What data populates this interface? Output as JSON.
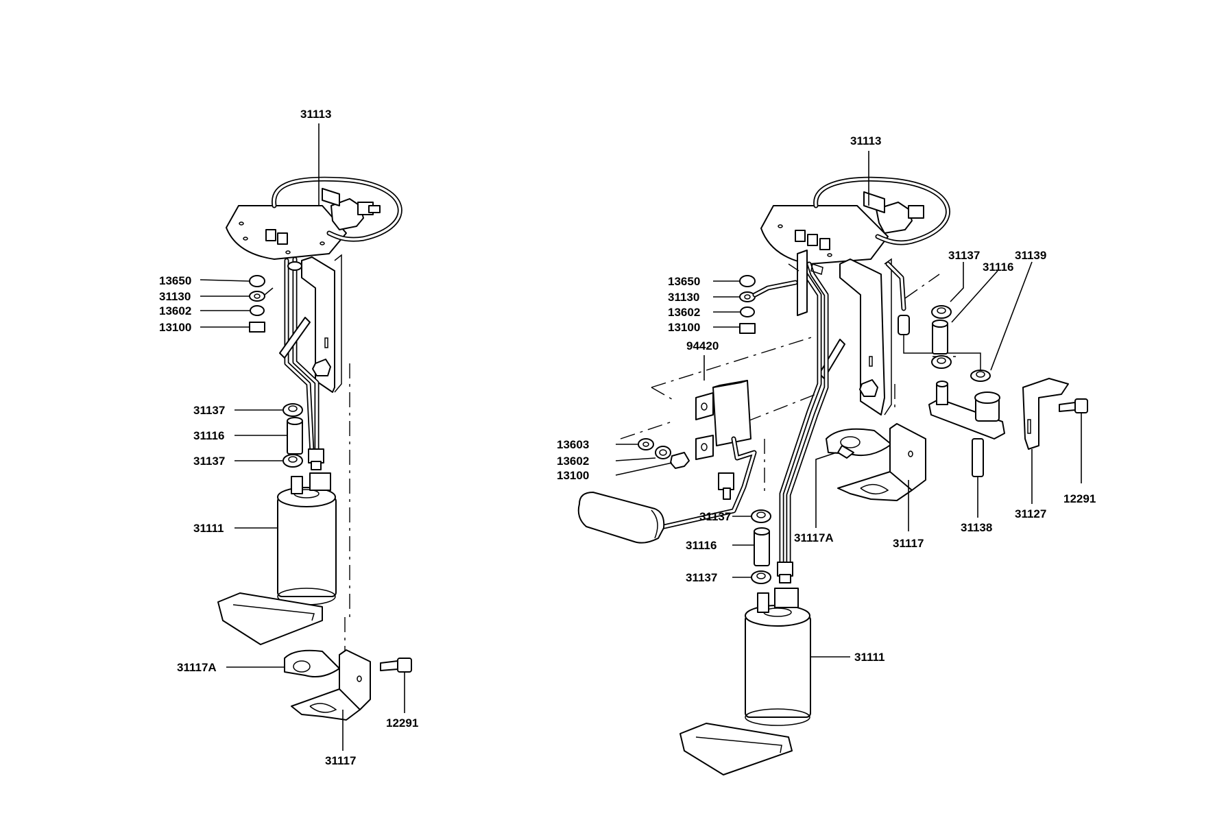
{
  "colors": {
    "ink": "#000000",
    "paper": "#ffffff"
  },
  "left_assembly": {
    "labels": {
      "l_31113": "31113",
      "l_13650": "13650",
      "l_31130": "31130",
      "l_13602": "13602",
      "l_13100": "13100",
      "l_31137a": "31137",
      "l_31116": "31116",
      "l_31137b": "31137",
      "l_31111": "31111",
      "l_31117A": "31117A",
      "l_12291": "12291",
      "l_31117": "31117"
    }
  },
  "right_assembly": {
    "labels": {
      "r_31113": "31113",
      "r_13650": "13650",
      "r_31130": "31130",
      "r_13602": "13602",
      "r_13100": "13100",
      "r_94420": "94420",
      "r_13603": "13603",
      "r_13602b": "13602",
      "r_13100b": "13100",
      "r_31137a": "31137",
      "r_31116a": "31116",
      "r_31137b": "31137",
      "r_31117A": "31117A",
      "r_31117": "31117",
      "r_31111": "31111",
      "r_31137c": "31137",
      "r_31116b": "31116",
      "r_31139": "31139",
      "r_31138": "31138",
      "r_31127": "31127",
      "r_12291": "12291"
    }
  }
}
